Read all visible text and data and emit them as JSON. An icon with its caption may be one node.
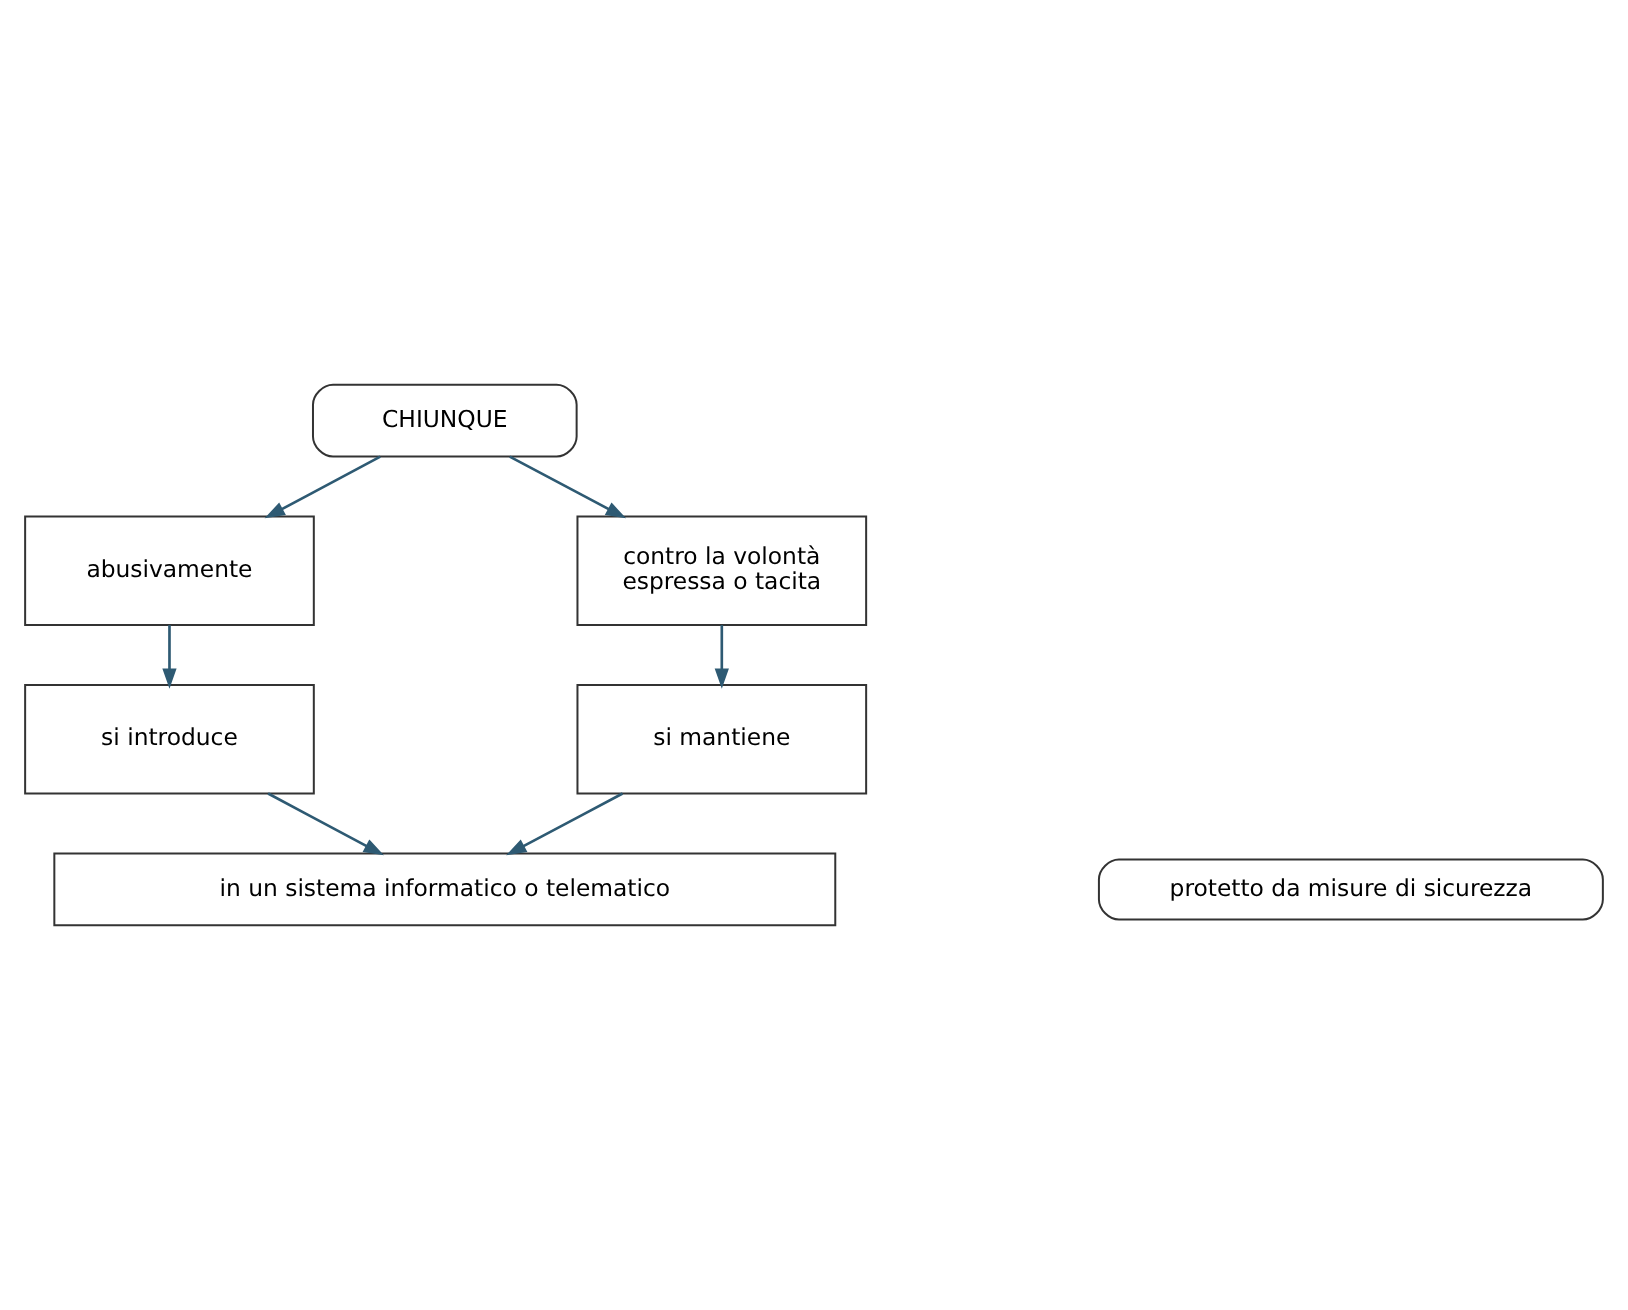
{
  "diagram": {
    "nodes": [
      {
        "text": [
          "CHIUNQUE"
        ]
      },
      {
        "text": [
          "abusivamente"
        ]
      },
      {
        "text": [
          "contro la volontà espressa o tacita"
        ]
      },
      {
        "text": [
          "si introduce"
        ]
      },
      {
        "text": [
          "si mantiene"
        ]
      },
      {
        "text": [
          "in un sistema informatico o telematico"
        ]
      },
      {
        "text": [
          "protetto da misure di sicurezza"
        ]
      }
    ],
    "edges": [
      {
        "from": 0,
        "to": 1,
        "arrow": "to"
      },
      {
        "from": 0,
        "to": 2,
        "arrow": "to"
      },
      {
        "from": 1,
        "to": 3,
        "arrow": "to"
      },
      {
        "from": 2,
        "to": 4,
        "arrow": "to"
      },
      {
        "from": 3,
        "to": 5,
        "arrow": "to"
      },
      {
        "from": 4,
        "to": 5,
        "arrow": "to"
      }
    ]
  }
}
